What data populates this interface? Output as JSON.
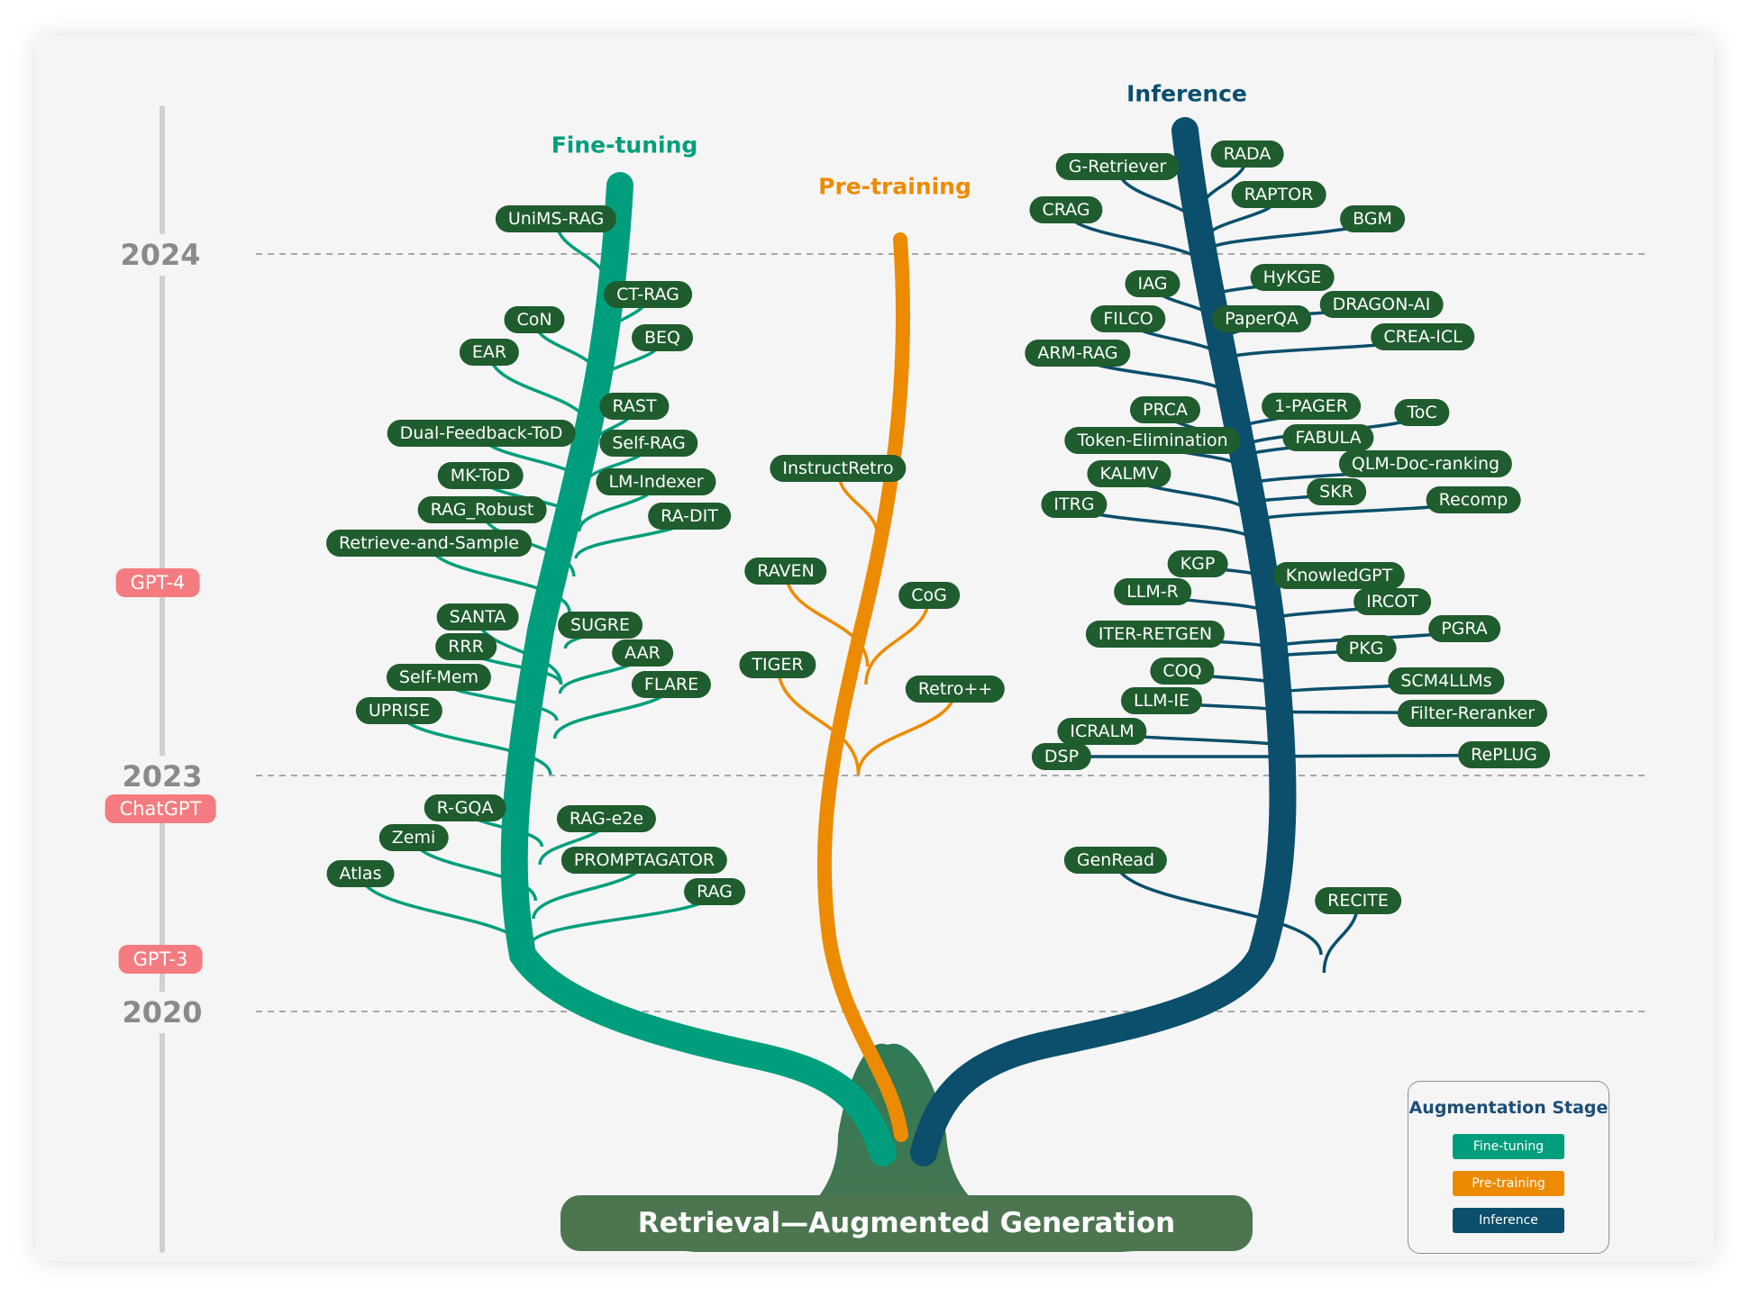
{
  "root_label": "Retrieval—Augmented Generation",
  "branches": {
    "fine_tuning": {
      "title": "Fine-tuning",
      "color": "#009e7c"
    },
    "pre_training": {
      "title": "Pre-training",
      "color": "#ed8b00"
    },
    "inference": {
      "title": "Inference",
      "color": "#0b4f6c"
    }
  },
  "years": [
    "2024",
    "2023",
    "2020"
  ],
  "milestones": [
    "GPT-4",
    "ChatGPT",
    "GPT-3"
  ],
  "legend": {
    "title": "Augmentation Stage",
    "items": [
      "Fine-tuning",
      "Pre-training",
      "Inference"
    ]
  },
  "nodes": {
    "fine_tuning": [
      "UniMS-RAG",
      "CT-RAG",
      "CoN",
      "BEQ",
      "EAR",
      "RAST",
      "Dual-Feedback-ToD",
      "Self-RAG",
      "MK-ToD",
      "LM-Indexer",
      "RAG_Robust",
      "RA-DIT",
      "Retrieve-and-Sample",
      "SANTA",
      "SUGRE",
      "RRR",
      "AAR",
      "Self-Mem",
      "FLARE",
      "UPRISE",
      "R-GQA",
      "RAG-e2e",
      "Zemi",
      "PROMPTAGATOR",
      "Atlas",
      "RAG"
    ],
    "pre_training": [
      "InstructRetro",
      "RAVEN",
      "CoG",
      "TIGER",
      "Retro++"
    ],
    "inference": [
      "RADA",
      "G-Retriever",
      "RAPTOR",
      "CRAG",
      "BGM",
      "HyKGE",
      "IAG",
      "DRAGON-AI",
      "FILCO",
      "PaperQA",
      "CREA-ICL",
      "ARM-RAG",
      "PRCA",
      "1-PAGER",
      "ToC",
      "Token-Elimination",
      "FABULA",
      "QLM-Doc-ranking",
      "KALMV",
      "SKR",
      "ITRG",
      "Recomp",
      "KGP",
      "KnowledGPT",
      "LLM-R",
      "IRCOT",
      "ITER-RETGEN",
      "PGRA",
      "PKG",
      "COQ",
      "SCM4LLMs",
      "LLM-IE",
      "Filter-Reranker",
      "ICRALM",
      "DSP",
      "RePLUG",
      "GenRead",
      "RECITE"
    ]
  }
}
